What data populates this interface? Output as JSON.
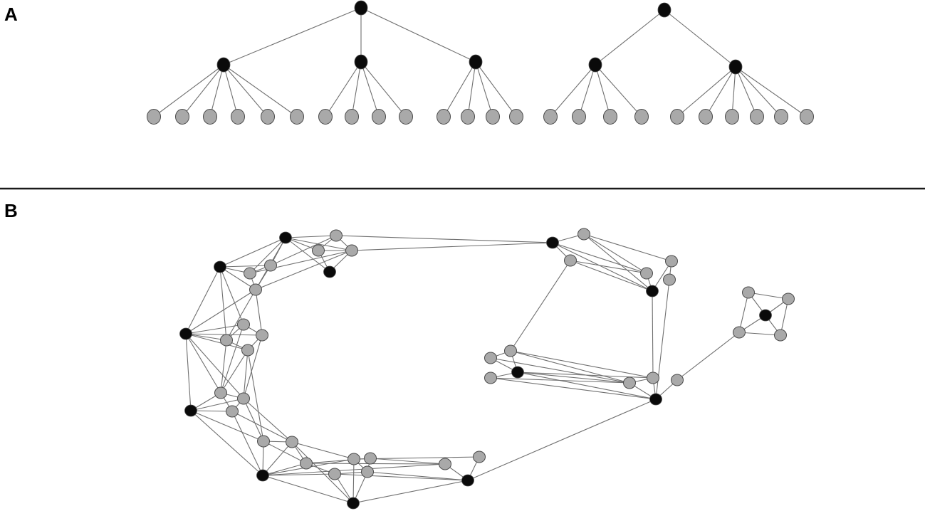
{
  "panels": [
    {
      "id": "A",
      "label": "A"
    },
    {
      "id": "B",
      "label": "B"
    }
  ],
  "colors": {
    "hub_node": "#0a0a0a",
    "leaf_node": "#a9a9a9",
    "node_stroke": "#4a4a4a",
    "edge": "#6f6f6f",
    "divider": "#1a1a1a",
    "label": "#000000"
  },
  "panel_a_trees": [
    {
      "children": [
        6,
        4,
        4
      ]
    },
    {
      "children": [
        4,
        6
      ]
    }
  ]
}
